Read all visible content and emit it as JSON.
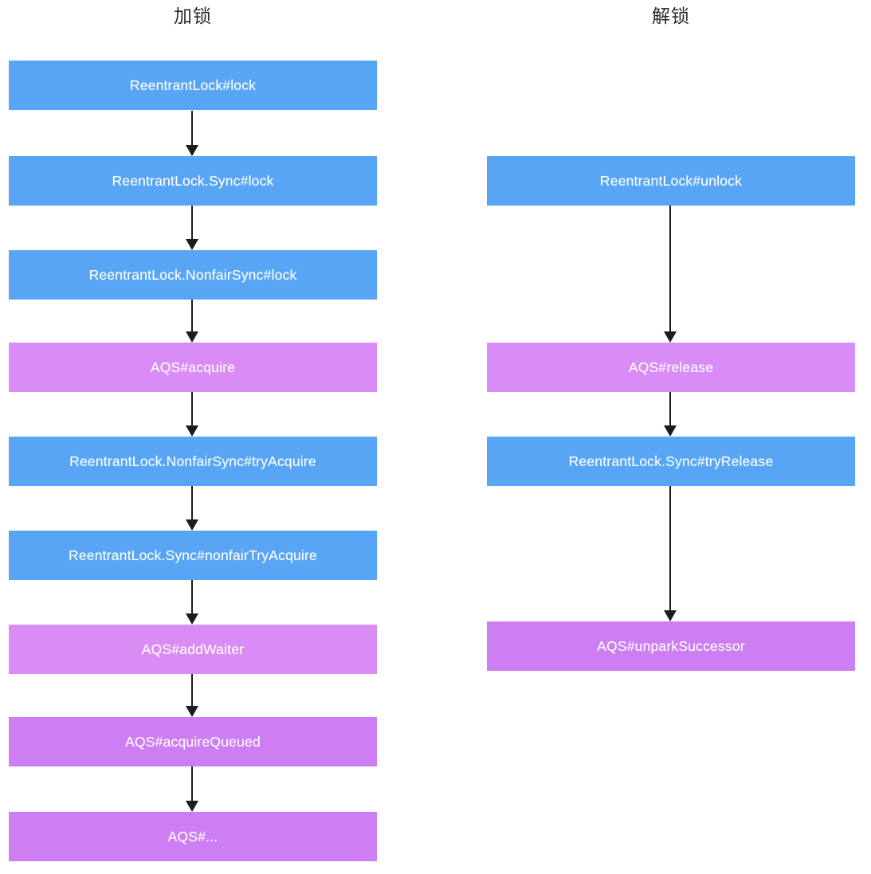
{
  "diagram": {
    "title_left": "加锁",
    "title_right": "解锁",
    "colors": {
      "blue": "#59a5f5",
      "purple": "#d98cf5",
      "purple_dark": "#cc7ef2",
      "arrow": "#1c1c1c",
      "text": "#ffffff",
      "heading": "#2b2b2b",
      "background": "#ffffff"
    },
    "columns": [
      {
        "id": "lock-flow",
        "heading": "加锁",
        "nodes": [
          {
            "label": "ReentrantLock#lock",
            "color": "blue"
          },
          {
            "label": "ReentrantLock.Sync#lock",
            "color": "blue"
          },
          {
            "label": "ReentrantLock.NonfairSync#lock",
            "color": "blue"
          },
          {
            "label": "AQS#acquire",
            "color": "purple"
          },
          {
            "label": "ReentrantLock.NonfairSync#tryAcquire",
            "color": "blue"
          },
          {
            "label": "ReentrantLock.Sync#nonfairTryAcquire",
            "color": "blue"
          },
          {
            "label": "AQS#addWaiter",
            "color": "purple"
          },
          {
            "label": "AQS#acquireQueued",
            "color": "purple-dark"
          },
          {
            "label": "AQS#...",
            "color": "purple-dark"
          }
        ]
      },
      {
        "id": "unlock-flow",
        "heading": "解锁",
        "nodes": [
          {
            "label": "ReentrantLock#unlock",
            "color": "blue"
          },
          {
            "label": "AQS#release",
            "color": "purple"
          },
          {
            "label": "ReentrantLock.Sync#tryRelease",
            "color": "blue"
          },
          {
            "label": "AQS#unparkSuccessor",
            "color": "purple-dark"
          }
        ]
      }
    ]
  }
}
